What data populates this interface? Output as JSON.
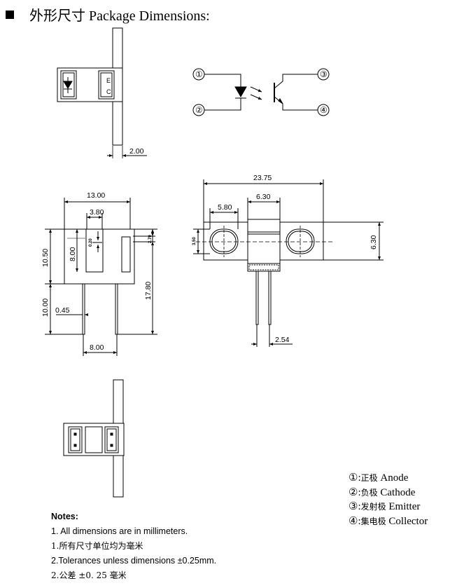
{
  "title": "外形尺寸 Package Dimensions:",
  "pins": {
    "p1": "①",
    "p2": "②",
    "p3": "③",
    "p4": "④"
  },
  "side_view": {
    "mark_e": "E",
    "mark_c": "C",
    "dim_width": "2.00"
  },
  "front_view": {
    "dim_13_00": "13.00",
    "dim_3_80": "3.80",
    "dim_0_20": "0.20",
    "dim_8_00_v": "8.00",
    "dim_2_70": "2.70",
    "dim_10_50": "10.50",
    "dim_17_80": "17.80",
    "dim_10_00": "10.00",
    "dim_0_45": "0.45",
    "dim_8_00_h": "8.00"
  },
  "top_view": {
    "dim_23_75": "23.75",
    "dim_6_30_top": "6.30",
    "dim_5_80": "5.80",
    "dim_3_50": "3.50",
    "dim_6_30_right": "6.30",
    "dim_2_54": "2.54"
  },
  "legend": [
    {
      "num": "①",
      "sep": ":",
      "cn": "正极",
      "en": "Anode"
    },
    {
      "num": "②",
      "sep": ":",
      "cn": "负极",
      "en": "Cathode"
    },
    {
      "num": "③",
      "sep": ":",
      "cn": "发射极",
      "en": "Emitter"
    },
    {
      "num": "④",
      "sep": ":",
      "cn": "集电极",
      "en": "Collector"
    }
  ],
  "notes": {
    "heading": "Notes:",
    "line1": "1. All dimensions are in millimeters.",
    "line2": "1.所有尺寸单位均为毫米",
    "line3": "2.Tolerances unless dimensions ±0.25mm.",
    "line4": "2.公差 ±0. 25 毫米"
  }
}
